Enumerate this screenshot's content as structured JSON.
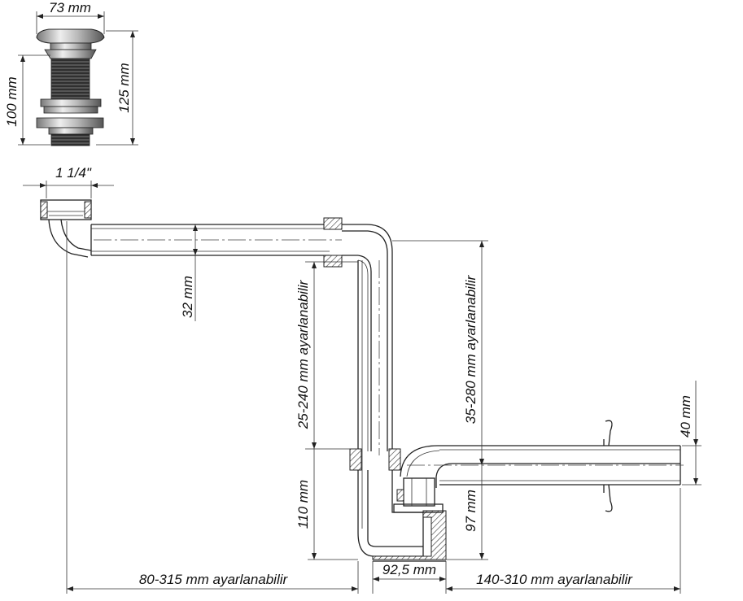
{
  "valve": {
    "width_label": "73 mm",
    "height_label": "100 mm",
    "total_height_label": "125 mm",
    "thread_label": "1 1/4\""
  },
  "siphon": {
    "pipe_diameter_label": "32 mm",
    "vertical_adjust_label": "25-240 mm ayarlanabilir",
    "outlet_height_adjust_label": "35-280 mm ayarlanabilir",
    "outlet_diameter_label": "40 mm",
    "trap_height_label": "110 mm",
    "outlet_offset_label": "97 mm",
    "trap_width_label": "92,5 mm",
    "horizontal_adjust_left_label": "80-315 mm ayarlanabilir",
    "horizontal_adjust_right_label": "140-310 mm ayarlanabilir"
  }
}
